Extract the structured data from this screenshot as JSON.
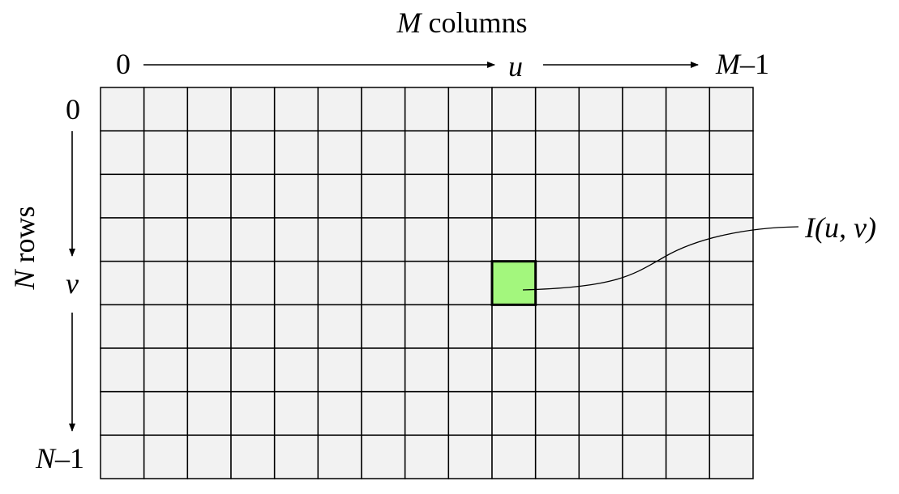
{
  "grid": {
    "columns": 15,
    "rows": 9,
    "highlight_column": 9,
    "highlight_row": 4,
    "cell_color": "#f2f2f2",
    "highlight_color": "#a3f77d"
  },
  "labels": {
    "columns_var": "M",
    "columns_word": " columns",
    "rows_var": "N",
    "rows_word": " rows",
    "col_start": "0",
    "col_middle": "u",
    "col_end_var": "M",
    "col_end_suffix": "–1",
    "row_start": "0",
    "row_middle": "v",
    "row_end_var": "N",
    "row_end_suffix": "–1",
    "pixel_label": "I(u, v)"
  }
}
